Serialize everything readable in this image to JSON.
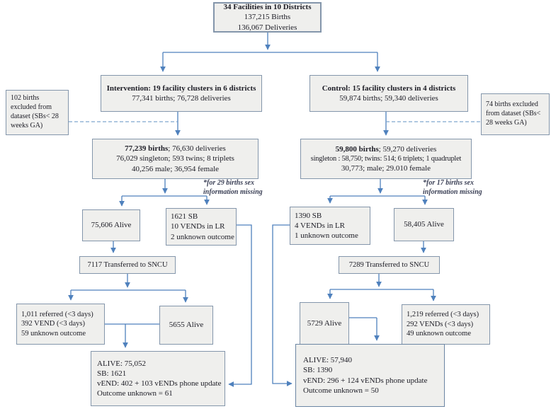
{
  "colors": {
    "box_fill": "#efefed",
    "box_border": "#8496ab",
    "connector": "#4f81bd",
    "dashed_connector": "#7fa6cf",
    "text": "#1d1d26"
  },
  "boxes": {
    "top": {
      "bold_line": "34 Facilities in 10 Districts",
      "lines": [
        "137,215 Births",
        "136,067 Deliveries"
      ]
    },
    "intervention": {
      "bold_line": "Intervention: 19 facility clusters in 6 districts",
      "lines": [
        "77,341 births; 76,728 deliveries"
      ]
    },
    "control": {
      "bold_line": "Control: 15 facility clusters in 4 districts",
      "lines": [
        "59,874 births; 59,340 deliveries"
      ]
    },
    "excl_left": {
      "lines": [
        "102 births",
        "excluded from",
        "dataset (SBs< 28",
        "weeks GA)"
      ]
    },
    "excl_right": {
      "lines": [
        "74  births excluded",
        "from dataset (SBs<",
        "28 weeks GA)"
      ]
    },
    "int_data": {
      "bold": "77,239 births",
      "bold_rest": "; 76,630 deliveries",
      "lines": [
        "76,029 singleton; 593 twins; 8 triplets",
        "40,256 male; 36,954 female"
      ]
    },
    "ctrl_data": {
      "bold": "59,800 births",
      "bold_rest": "; 59,270 deliveries",
      "lines": [
        "singleton : 58,750; twins: 514; 6 triplets; 1 quadruplet",
        "30,773; male; 29.010 female"
      ]
    },
    "note_left": {
      "lines": [
        "*for 29 births sex",
        "information missing"
      ]
    },
    "note_right": {
      "lines": [
        "*for 17 births sex",
        "information missing"
      ]
    },
    "alive_left": {
      "label": "75,606 Alive"
    },
    "sb_left": {
      "lines": [
        "1621 SB",
        "10 VENDs in LR",
        "2 unknown outcome"
      ]
    },
    "sb_right": {
      "lines": [
        "1390 SB",
        "4 VENDs in LR",
        "1 unknown outcome"
      ]
    },
    "alive_right": {
      "label": "58,405 Alive"
    },
    "sncu_left": {
      "label": "7117 Transferred to SNCU"
    },
    "sncu_right": {
      "label": "7289  Transferred to SNCU"
    },
    "referred_left": {
      "lines": [
        "1,011 referred  (<3 days)",
        "392 VEND (<3 days)",
        "59 unknown outcome"
      ]
    },
    "alive2_left": {
      "label": "5655 Alive"
    },
    "alive2_right": {
      "label": "5729 Alive"
    },
    "referred_right": {
      "lines": [
        "1,219 referred (<3 days)",
        "292 VENDs (<3 days)",
        "49 unknown outcome"
      ]
    },
    "summary_left": {
      "lines": [
        "ALIVE: 75,052",
        "SB: 1621",
        "vEND: 402 + 103 vENDs phone update",
        "Outcome unknown = 61"
      ]
    },
    "summary_right": {
      "lines": [
        "ALIVE: 57,940",
        "SB: 1390",
        "vEND: 296 + 124 vENDs phone update",
        "Outcome unknown = 50"
      ]
    }
  }
}
